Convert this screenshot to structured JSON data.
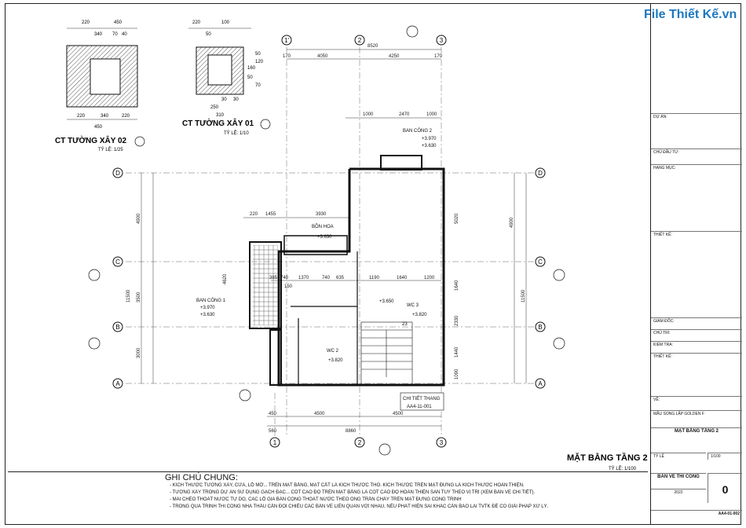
{
  "watermark": "File Thiết Kế.vn",
  "detail_left": {
    "title": "CT TƯỜNG XÂY 02",
    "scale": "TỶ LỆ: 1/25",
    "dims": [
      "220",
      "450",
      "340",
      "70",
      "40",
      "220",
      "340",
      "220",
      "450"
    ]
  },
  "detail_mid": {
    "title": "CT TƯỜNG XÂY 01",
    "scale": "TỶ LỆ: 1/10",
    "dims": [
      "220",
      "100",
      "50",
      "160",
      "50",
      "30",
      "250",
      "30",
      "310",
      "50",
      "120",
      "70"
    ]
  },
  "grid_v": [
    "1'",
    "2",
    "3",
    "1",
    "2",
    "3"
  ],
  "grid_h": [
    "D",
    "C",
    "B",
    "A",
    "D",
    "C",
    "B",
    "A"
  ],
  "dims_top": [
    "8520",
    "4050",
    "4250",
    "170",
    "170",
    "1000",
    "2470",
    "1000"
  ],
  "dims_mid": [
    "220",
    "1455",
    "3930",
    "385",
    "740",
    "1370",
    "740",
    "635",
    "1190",
    "1640",
    "1200",
    "150"
  ],
  "dims_bottom": [
    "450",
    "4500",
    "4500",
    "560",
    "8860"
  ],
  "dims_left": [
    "4900",
    "11500",
    "4620",
    "3500",
    "3000"
  ],
  "dims_right": [
    "4900",
    "11500",
    "5020",
    "1640",
    "2330",
    "1440",
    "1090"
  ],
  "room_labels": {
    "ban_cong_2": "BAN CÔNG 2",
    "ban_cong_2_lv1": "+3.970",
    "ban_cong_2_lv2": "+3.630",
    "bon_hoa": "BỒN HOA",
    "bon_hoa_lv": "+3.630",
    "ban_cong_1": "BAN CÔNG 1",
    "ban_cong_1_lv1": "+3.970",
    "ban_cong_1_lv2": "+3.630",
    "wc3": "WC 3",
    "wc3_lv": "+3.820",
    "wc2": "WC 2",
    "wc2_lv": "+3.820",
    "room_lv": "+3.650",
    "stair_no": "23",
    "detail": "CHI TIẾT THANG",
    "detail_ref": "AA4-11-001"
  },
  "plan_title": "MẶT BẰNG TẦNG 2",
  "plan_scale": "TỶ LỆ: 1/100",
  "notes": {
    "head": "GHI CHÚ CHUNG:",
    "items": [
      "- KÍCH THƯỚC TƯỜNG XÂY, CỬA, LỖ MỞ... TRÊN MẶT BẰNG, MẶT CẮT LÀ KÍCH THƯỚC THÔ. KÍCH THƯỚC TRÊN MẶT ĐỨNG LÀ KÍCH THƯỚC HOÀN THIỆN.",
      "- TƯỜNG XÂY TRONG DỰ ÁN SỬ DỤNG GẠCH ĐẶC... CỐT CAO ĐỘ TRÊN MẶT BẰNG LÀ CỐT CAO ĐỘ HOÀN THIỆN SÀN TÙY THEO VỊ TRÍ (XEM BẢN VẼ CHI TIẾT).",
      "- MÁI CHÉO THOÁT NƯỚC TỰ DO, CÁC LỖ GIA BẢN CÔNG THOÁT NƯỚC THEO ỐNG TRẦN CHẢY TRÊN MẶT ĐỨNG CÔNG TRÌNH",
      "- TRONG QUÁ TRÌNH THI CÔNG NHÀ THẦU CẦN ĐỐI CHIẾU CÁC BẢN VẼ LIÊN QUAN VỚI NHAU, NẾU PHÁT HIỆN SAI KHÁC CẦN BÁO LẠI TVTK ĐỂ CÓ GIẢI PHÁP XỬ LÝ."
    ]
  },
  "title_block": {
    "rows": [
      "DỰ ÁN:",
      "CHỦ ĐẦU TƯ:",
      "HẠNG MỤC:",
      "",
      "THIẾT KẾ:",
      "",
      "GIÁM ĐỐC:",
      "CHỦ TRÌ:",
      "KIỂM TRA:",
      "THIẾT KẾ:",
      "VẼ:"
    ],
    "project": "MẪU SONG LẬP GOLDEN F",
    "drawing_title": "MẶT BẰNG TẦNG 2",
    "scale_label": "TỶ LỆ",
    "scale": "1/100",
    "stage": "BẢN VẼ THI CÔNG",
    "year": "2022",
    "revision": "0",
    "drawing_no": "AA4-01-002"
  },
  "colors": {
    "line": "#111111",
    "dim": "#333333",
    "hatch": "#555555",
    "logo": "#1b78c0"
  }
}
